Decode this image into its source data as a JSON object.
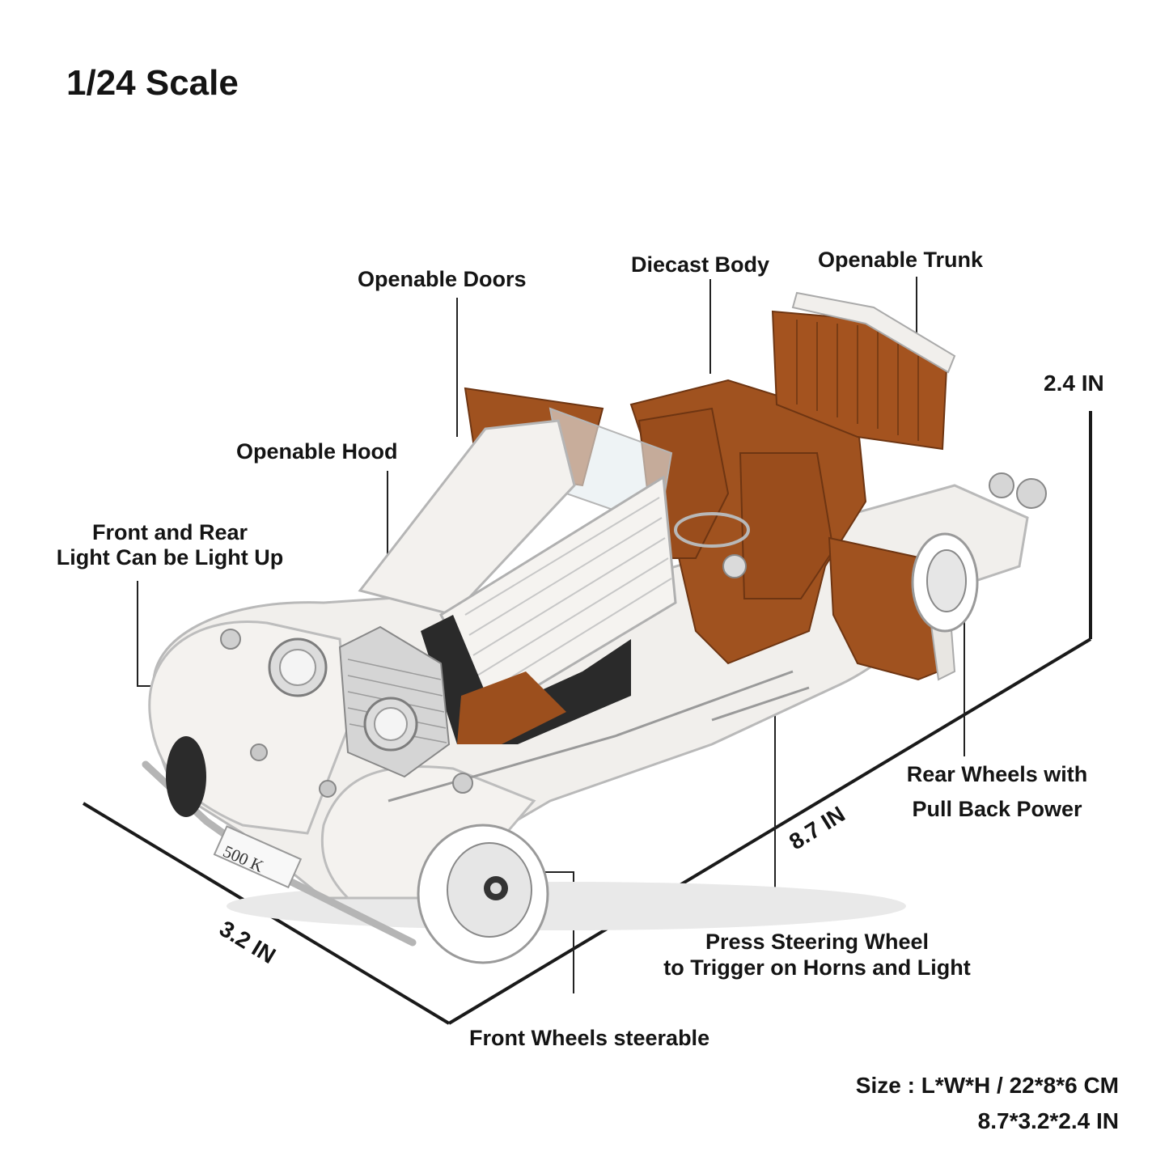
{
  "title": "1/24 Scale",
  "labels": {
    "diecast_body": "Diecast Body",
    "openable_trunk": "Openable Trunk",
    "openable_doors": "Openable Doors",
    "openable_hood": "Openable Hood",
    "front_rear_light_1": "Front and Rear",
    "front_rear_light_2": "Light Can be Light Up",
    "rear_wheels_1": "Rear Wheels with",
    "rear_wheels_2": "Pull Back Power",
    "steering_1": "Press Steering Wheel",
    "steering_2": "to Trigger on Horns and Light",
    "front_wheels": "Front Wheels steerable"
  },
  "dimensions": {
    "height": "2.4 IN",
    "length": "8.7 IN",
    "width": "3.2 IN"
  },
  "size": {
    "line1": "Size : L*W*H / 22*8*6 CM",
    "line2": "8.7*3.2*2.4 IN"
  },
  "plate": "500 K",
  "colors": {
    "body": "#f1efec",
    "interior": "#a0521f",
    "chrome": "#c9c9c9",
    "text": "#141414"
  }
}
